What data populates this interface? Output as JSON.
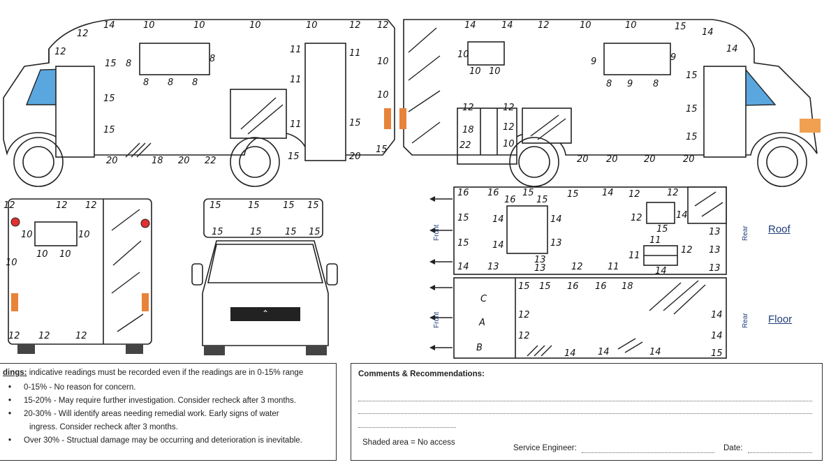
{
  "side_left": {
    "readings": [
      "12",
      "14",
      "10",
      "10",
      "10",
      "10",
      "12",
      "12",
      "12",
      "15",
      "8",
      "8",
      "8",
      "8",
      "8",
      "15",
      "15",
      "20",
      "18",
      "20",
      "22",
      "11",
      "11",
      "11",
      "11",
      "15",
      "10",
      "10",
      "15",
      "20",
      "15"
    ]
  },
  "side_right": {
    "readings": [
      "14",
      "14",
      "12",
      "10",
      "10",
      "15",
      "14",
      "14",
      "10",
      "10",
      "10",
      "9",
      "9",
      "8",
      "9",
      "8",
      "15",
      "15",
      "15",
      "12",
      "12",
      "18",
      "12",
      "22",
      "10",
      "20",
      "20",
      "20",
      "20"
    ]
  },
  "rear": {
    "readings_top": [
      "12",
      "12",
      "12"
    ],
    "readings_mid": [
      "10",
      "10",
      "10",
      "10",
      "10"
    ],
    "readings_bottom": [
      "12",
      "12",
      "12"
    ]
  },
  "front_view": {
    "readings_top": [
      "15",
      "15",
      "15",
      "15"
    ],
    "readings_bottom": [
      "15",
      "15",
      "15",
      "15"
    ]
  },
  "plan_roof": {
    "front_label": "Front",
    "rear_label": "Rear",
    "view_label": "Roof",
    "readings": [
      "16",
      "16",
      "16",
      "15",
      "15",
      "15",
      "14",
      "12",
      "12",
      "15",
      "14",
      "14",
      "12",
      "14",
      "15",
      "14",
      "13",
      "14",
      "13",
      "13",
      "13",
      "12",
      "11",
      "11",
      "11",
      "12",
      "15",
      "13",
      "13",
      "13",
      "14"
    ]
  },
  "plan_floor": {
    "front_label": "Front",
    "rear_label": "Rear",
    "view_label": "Floor",
    "cab_letters": [
      "C",
      "A",
      "B"
    ],
    "readings": [
      "15",
      "15",
      "16",
      "16",
      "18",
      "12",
      "12",
      "14",
      "14",
      "14",
      "14",
      "14",
      "15"
    ]
  },
  "legend": {
    "heading_prefix": "dings:",
    "heading_rest": "indicative readings must be recorded even if the readings are in 0-15% range",
    "items": [
      "0-15%  -  No reason for concern.",
      "15-20% - May require further investigation. Consider recheck after 3 months.",
      "20-30% - Will identify areas needing remedial work. Early signs of water",
      "Over 30% - Structual damage may be occurring and deterioration is inevitable."
    ],
    "item3_cont": "ingress. Consider recheck after 3 months."
  },
  "comments": {
    "title": "Comments & Recommendations:",
    "shaded_note": "Shaded area = No access",
    "engineer_label": "Service Engineer:",
    "date_label": "Date:"
  },
  "colors": {
    "glass": "#5aa7e0",
    "lamp_orange": "#e8833a",
    "lamp_red": "#e03030",
    "view_label": "#1f3d7a"
  }
}
